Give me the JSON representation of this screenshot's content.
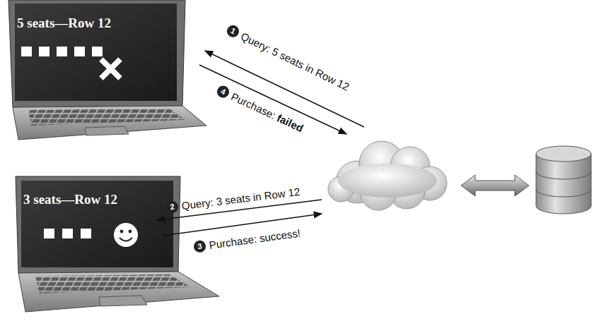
{
  "diagram": {
    "nodes": [
      {
        "text": [
          "5 seats—Row 12"
        ]
      },
      {
        "text": [
          "3 seats—Row 12"
        ]
      }
    ],
    "labels": [
      "1",
      "Query: 5 seats in Row 12",
      "4",
      "Purchase:",
      "failed",
      "2",
      "Query: 3 seats in Row 12",
      "3",
      "Purchase: success!"
    ]
  }
}
